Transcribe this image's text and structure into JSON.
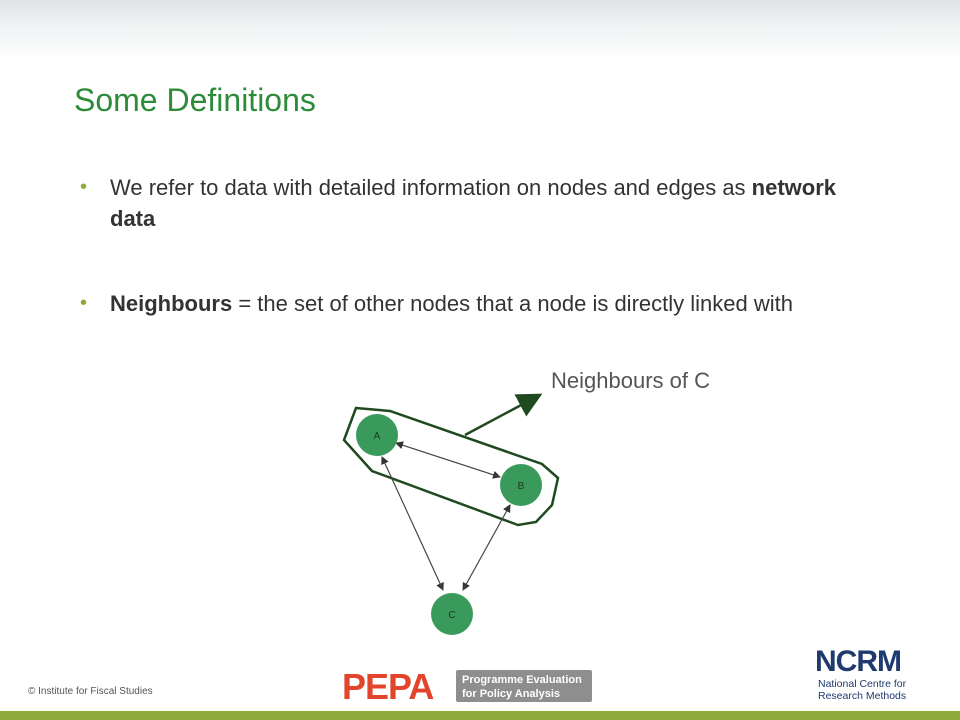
{
  "slide": {
    "title": "Some Definitions",
    "bullets": [
      {
        "pre": "We refer to data with detailed information on nodes and edges as ",
        "bold": "network data",
        "post": ""
      },
      {
        "pre": "",
        "bold": "Neighbours",
        "post": " = the set of other nodes that a node is directly linked with"
      }
    ],
    "callout": "Neighbours of C"
  },
  "diagram": {
    "nodes": [
      {
        "id": "A",
        "label": "A"
      },
      {
        "id": "B",
        "label": "B"
      },
      {
        "id": "C",
        "label": "C"
      }
    ],
    "node_color": "#3a9a5c",
    "outline_color": "#1f4a1f"
  },
  "footer": {
    "copyright": "© Institute for Fiscal Studies",
    "pepa_logo": {
      "word": "PEPA",
      "tagline_line1": "Programme Evaluation",
      "tagline_line2": "for Policy Analysis"
    },
    "ncrm_logo": {
      "word": "NCRM",
      "line1": "National Centre for",
      "line2": "Research Methods"
    }
  },
  "colors": {
    "title": "#2e8b3a",
    "accent": "#8dab3a",
    "text": "#333333"
  }
}
